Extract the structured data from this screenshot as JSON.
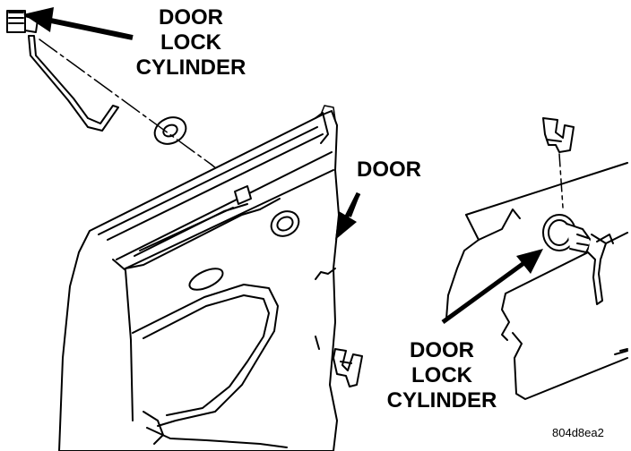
{
  "labels": {
    "lock_cylinder_top": [
      "DOOR",
      "LOCK",
      "CYLINDER"
    ],
    "door": "DOOR",
    "lock_cylinder_bottom": [
      "DOOR",
      "LOCK",
      "CYLINDER"
    ]
  },
  "figure_code": "804d8ea2",
  "colors": {
    "line": "#000000",
    "background": "#ffffff"
  }
}
